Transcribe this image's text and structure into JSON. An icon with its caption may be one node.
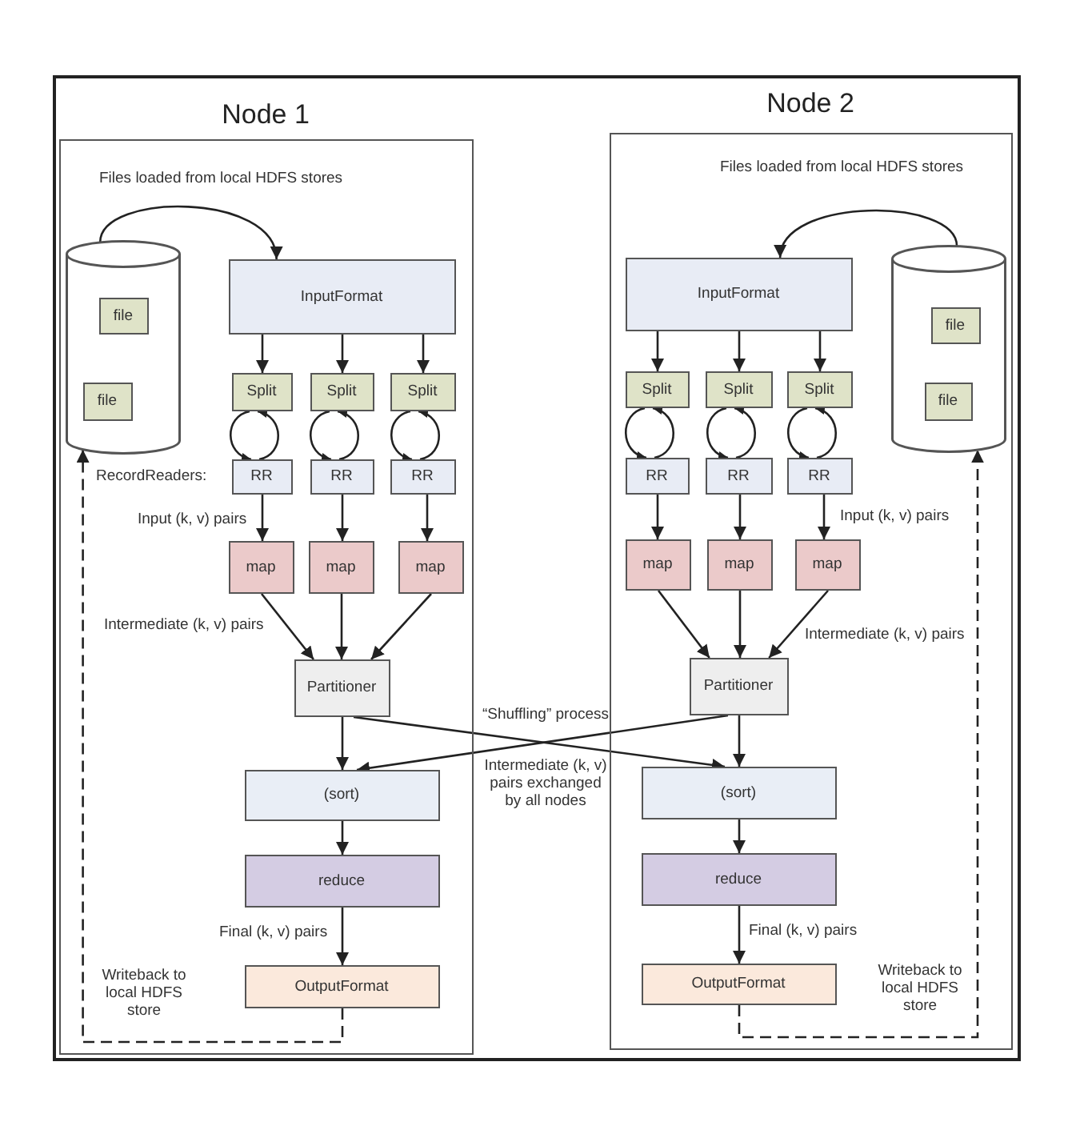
{
  "diagram": {
    "nodes": [
      {
        "text": [
          "Node 1"
        ]
      },
      {
        "text": [],
        "shape": "cylinder",
        "in": 0
      },
      {
        "text": [
          "file"
        ],
        "in": 1
      },
      {
        "text": [
          "file"
        ],
        "in": 1
      },
      {
        "text": [
          "InputFormat"
        ],
        "in": 0
      },
      {
        "text": [
          "Split"
        ],
        "in": 0
      },
      {
        "text": [
          "Split"
        ],
        "in": 0
      },
      {
        "text": [
          "Split"
        ],
        "in": 0
      },
      {
        "text": [
          "RR"
        ],
        "in": 0
      },
      {
        "text": [
          "RR"
        ],
        "in": 0
      },
      {
        "text": [
          "RR"
        ],
        "in": 0
      },
      {
        "text": [
          "map"
        ],
        "in": 0
      },
      {
        "text": [
          "map"
        ],
        "in": 0
      },
      {
        "text": [
          "map"
        ],
        "in": 0
      },
      {
        "text": [
          "Partitioner"
        ],
        "in": 0
      },
      {
        "text": [
          "(sort)"
        ],
        "in": 0
      },
      {
        "text": [
          "reduce"
        ],
        "in": 0
      },
      {
        "text": [
          "OutputFormat"
        ],
        "in": 0
      },
      {
        "text": [
          "Node 2"
        ]
      },
      {
        "text": [
          "InputFormat"
        ],
        "in": 18
      },
      {
        "text": [],
        "shape": "cylinder",
        "in": 18
      },
      {
        "text": [
          "file"
        ],
        "in": 20
      },
      {
        "text": [
          "file"
        ],
        "in": 20
      },
      {
        "text": [
          "Split"
        ],
        "in": 18
      },
      {
        "text": [
          "Split"
        ],
        "in": 18
      },
      {
        "text": [
          "Split"
        ],
        "in": 18
      },
      {
        "text": [
          "RR"
        ],
        "in": 18
      },
      {
        "text": [
          "RR"
        ],
        "in": 18
      },
      {
        "text": [
          "RR"
        ],
        "in": 18
      },
      {
        "text": [
          "map"
        ],
        "in": 18
      },
      {
        "text": [
          "map"
        ],
        "in": 18
      },
      {
        "text": [
          "map"
        ],
        "in": 18
      },
      {
        "text": [
          "Partitioner"
        ],
        "in": 18
      },
      {
        "text": [
          "(sort)"
        ],
        "in": 18
      },
      {
        "text": [
          "reduce"
        ],
        "in": 18
      },
      {
        "text": [
          "OutputFormat"
        ],
        "in": 18
      }
    ],
    "edges": [
      {
        "from": 1,
        "to": 4,
        "arrow": "to",
        "label": "Files loaded from local HDFS stores"
      },
      {
        "from": 4,
        "to": 5,
        "arrow": "to"
      },
      {
        "from": 4,
        "to": 6,
        "arrow": "to"
      },
      {
        "from": 4,
        "to": 7,
        "arrow": "to"
      },
      {
        "from": 5,
        "to": 8,
        "arrow": "to"
      },
      {
        "from": 8,
        "to": 5,
        "arrow": "to"
      },
      {
        "from": 6,
        "to": 9,
        "arrow": "to"
      },
      {
        "from": 9,
        "to": 6,
        "arrow": "to"
      },
      {
        "from": 7,
        "to": 10,
        "arrow": "to"
      },
      {
        "from": 10,
        "to": 7,
        "arrow": "to"
      },
      {
        "from": 8,
        "to": 11,
        "arrow": "to"
      },
      {
        "from": 9,
        "to": 12,
        "arrow": "to"
      },
      {
        "from": 10,
        "to": 13,
        "arrow": "to"
      },
      {
        "from": 11,
        "to": 14,
        "arrow": "to"
      },
      {
        "from": 12,
        "to": 14,
        "arrow": "to"
      },
      {
        "from": 13,
        "to": 14,
        "arrow": "to"
      },
      {
        "from": 14,
        "to": 15,
        "arrow": "to"
      },
      {
        "from": 14,
        "to": 33,
        "arrow": "to"
      },
      {
        "from": 15,
        "to": 16,
        "arrow": "to"
      },
      {
        "from": 16,
        "to": 17,
        "arrow": "to",
        "label": "Final (k, v) pairs"
      },
      {
        "from": 17,
        "to": 1,
        "arrow": "to",
        "style": "dashed",
        "label": "Writeback to local HDFS store"
      },
      {
        "from": 20,
        "to": 19,
        "arrow": "to",
        "label": "Files loaded from local HDFS stores"
      },
      {
        "from": 19,
        "to": 23,
        "arrow": "to"
      },
      {
        "from": 19,
        "to": 24,
        "arrow": "to"
      },
      {
        "from": 19,
        "to": 25,
        "arrow": "to"
      },
      {
        "from": 23,
        "to": 26,
        "arrow": "to"
      },
      {
        "from": 26,
        "to": 23,
        "arrow": "to"
      },
      {
        "from": 24,
        "to": 27,
        "arrow": "to"
      },
      {
        "from": 27,
        "to": 24,
        "arrow": "to"
      },
      {
        "from": 25,
        "to": 28,
        "arrow": "to"
      },
      {
        "from": 28,
        "to": 25,
        "arrow": "to"
      },
      {
        "from": 26,
        "to": 29,
        "arrow": "to"
      },
      {
        "from": 27,
        "to": 30,
        "arrow": "to"
      },
      {
        "from": 28,
        "to": 31,
        "arrow": "to"
      },
      {
        "from": 29,
        "to": 32,
        "arrow": "to"
      },
      {
        "from": 30,
        "to": 32,
        "arrow": "to"
      },
      {
        "from": 31,
        "to": 32,
        "arrow": "to"
      },
      {
        "from": 32,
        "to": 33,
        "arrow": "to"
      },
      {
        "from": 32,
        "to": 15,
        "arrow": "to"
      },
      {
        "from": 33,
        "to": 34,
        "arrow": "to"
      },
      {
        "from": 34,
        "to": 35,
        "arrow": "to",
        "label": "Final (k, v) pairs"
      },
      {
        "from": 35,
        "to": 20,
        "arrow": "to",
        "style": "dashed",
        "label": "Writeback to local HDFS store"
      }
    ],
    "labels": [
      "RecordReaders:",
      "Input (k, v) pairs",
      "Input (k, v) pairs",
      "Intermediate (k, v) pairs",
      "Intermediate (k, v) pairs",
      "“Shuffling” process",
      "Intermediate (k, v) pairs exchanged by all nodes"
    ]
  }
}
